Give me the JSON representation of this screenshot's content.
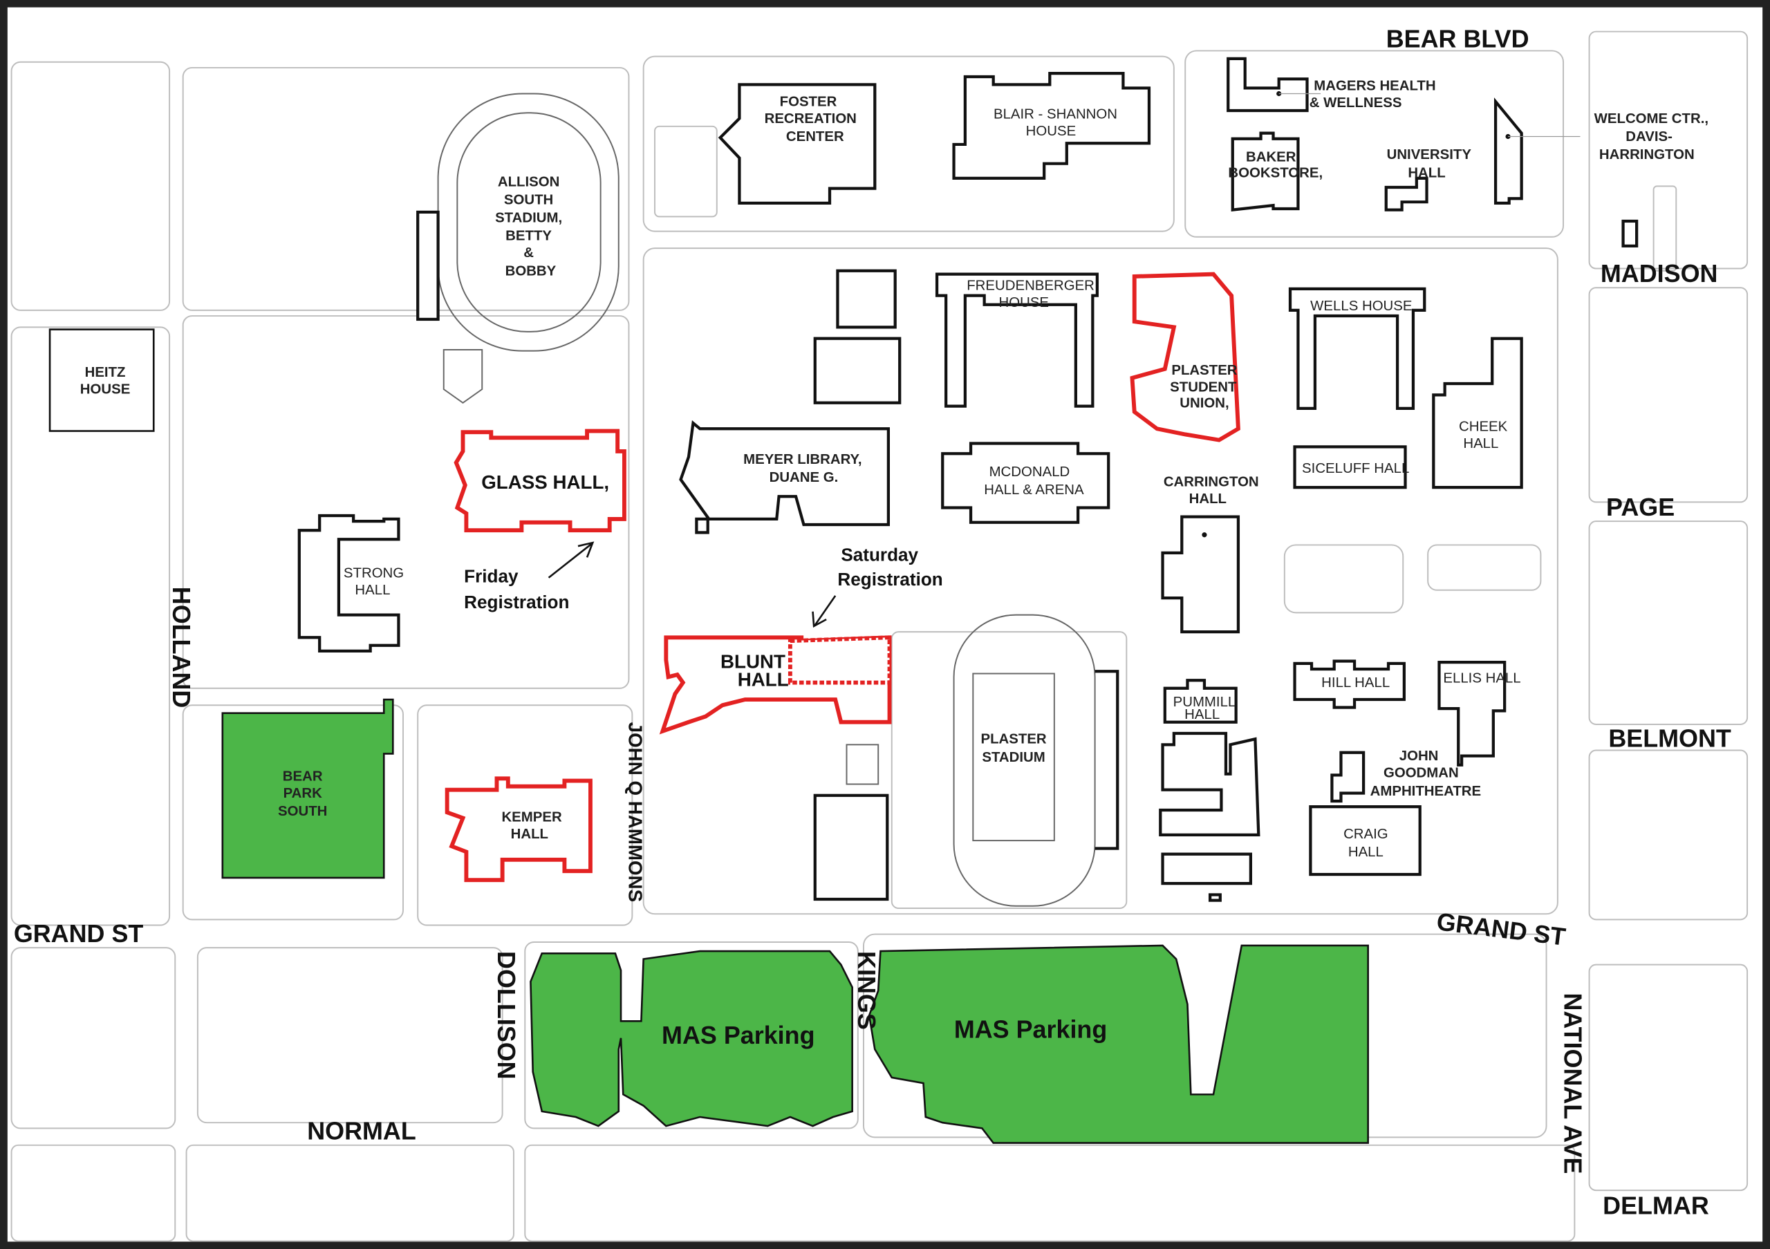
{
  "colors": {
    "registration": "#e32222",
    "parking": "#4cb648",
    "building_outline": "#111111"
  },
  "streets": {
    "bear_blvd": "BEAR BLVD",
    "madison": "MADISON",
    "page": "PAGE",
    "belmont": "BELMONT",
    "grand_st_left": "GRAND ST",
    "grand_st_right": "GRAND ST",
    "normal": "NORMAL",
    "delmar": "DELMAR",
    "national_ave": "NATIONAL AVE",
    "holland": "HOLLAND",
    "john_q_hammons": "JOHN Q HAMMONS",
    "dollison": "DOLLISON",
    "kings": "KINGS"
  },
  "buildings": {
    "heitz": [
      "HEITZ",
      "HOUSE"
    ],
    "allison": [
      "ALLISON",
      "SOUTH",
      "STADIUM,",
      "BETTY",
      "&",
      "BOBBY"
    ],
    "foster": [
      "FOSTER",
      "RECREATION",
      "CENTER"
    ],
    "blair": [
      "BLAIR - SHANNON",
      "HOUSE"
    ],
    "magers": [
      "MAGERS HEALTH",
      "& WELLNESS"
    ],
    "baker": [
      "BAKER",
      "BOOKSTORE,"
    ],
    "university": [
      "UNIVERSITY",
      "HALL"
    ],
    "welcome": [
      "WELCOME CTR.,",
      "DAVIS-",
      "HARRINGTON"
    ],
    "freudenberger": [
      "FREUDENBERGER",
      "HOUSE"
    ],
    "plaster_union": [
      "PLASTER",
      "STUDENT",
      "UNION,"
    ],
    "wells": "WELLS HOUSE",
    "cheek": [
      "CHEEK",
      "HALL"
    ],
    "siceluff": "SICELUFF HALL",
    "meyer": [
      "MEYER LIBRARY,",
      "DUANE G."
    ],
    "mcdonald": [
      "MCDONALD",
      "HALL & ARENA"
    ],
    "carrington": [
      "CARRINGTON",
      "HALL"
    ],
    "glass": "GLASS HALL,",
    "strong": [
      "STRONG",
      "HALL"
    ],
    "blunt": [
      "BLUNT",
      "HALL"
    ],
    "plaster_stadium": [
      "PLASTER",
      "STADIUM"
    ],
    "pummill": [
      "PUMMILL",
      "HALL"
    ],
    "hill": "HILL HALL",
    "ellis": "ELLIS HALL",
    "goodman": [
      "JOHN",
      "GOODMAN",
      "AMPHITHEATRE"
    ],
    "craig": [
      "CRAIG",
      "HALL"
    ],
    "kemper": [
      "KEMPER",
      "HALL"
    ],
    "bear_park": [
      "BEAR",
      "PARK",
      "SOUTH"
    ]
  },
  "parking": {
    "lot_west": "MAS Parking",
    "lot_east": "MAS Parking"
  },
  "annotations": {
    "friday": [
      "Friday",
      "Registration"
    ],
    "saturday": [
      "Saturday",
      "Registration"
    ]
  }
}
